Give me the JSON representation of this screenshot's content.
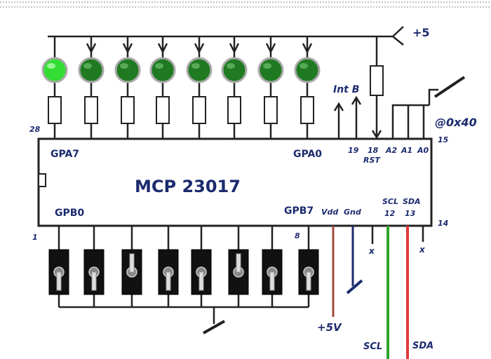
{
  "labels": {
    "supply_top": "+5",
    "int_b": "Int B",
    "address": "@0x40",
    "chip_name": "MCP 23017",
    "gpa7": "GPA7",
    "gpa0": "GPA0",
    "gpb0": "GPB0",
    "gpb7": "GPB7",
    "pin28": "28",
    "pin1": "1",
    "pin8": "8",
    "pin19": "19",
    "pin18": "18",
    "rst": "RST",
    "a2": "A2",
    "a1": "A1",
    "a0": "A0",
    "pin15": "15",
    "pin14": "14",
    "vdd": "Vdd",
    "gnd": "Gnd",
    "scl_top": "SCL",
    "sda_top": "SDA",
    "pin12": "12",
    "pin13": "13",
    "x1": "x",
    "x2": "x",
    "supply_bottom": "+5V",
    "scl_bottom": "SCL",
    "sda_bottom": "SDA"
  },
  "leds": {
    "count": 8,
    "lit_index": 0,
    "lit_color": "#33dd33",
    "off_color": "#1f7a22"
  },
  "switches": {
    "count": 8,
    "flipped_indices": [
      2,
      5
    ]
  },
  "colors": {
    "scl_wire": "#2fa52f",
    "sda_wire": "#e03a3a",
    "vdd_wire": "#a04a3a",
    "gnd_wire": "#1c2b6e",
    "text": "#1c2b6e"
  }
}
